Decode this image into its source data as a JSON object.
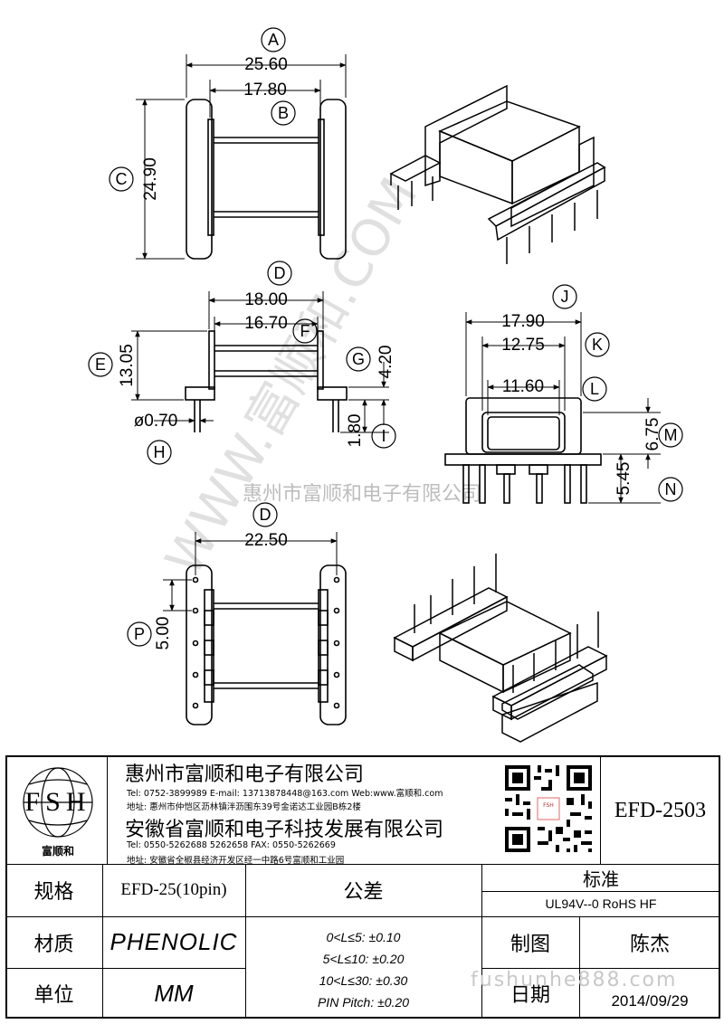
{
  "callouts": {
    "A": "A",
    "B": "B",
    "C": "C",
    "D1": "D",
    "E": "E",
    "F": "F",
    "G": "G",
    "H": "H",
    "I": "I",
    "J": "J",
    "K": "K",
    "L": "L",
    "M": "M",
    "N": "N",
    "D2": "D",
    "P": "P"
  },
  "dimensions": {
    "A": "25.60",
    "B": "17.80",
    "C": "24.90",
    "D1": "18.00",
    "F": "16.70",
    "E": "13.05",
    "G": "4.20",
    "H": "ø0.70",
    "I": "1.80",
    "J": "17.90",
    "K": "12.75",
    "L": "11.60",
    "M": "6.75",
    "N": "5.45",
    "D2": "22.50",
    "P": "5.00"
  },
  "watermarks": {
    "diagonal": "WWW.富顺和.COM",
    "center": "惠州市富顺和电子有限公司",
    "bottom": "fushunhe888.com"
  },
  "company": {
    "logo_text": "FSH",
    "logo_caption": "富顺和",
    "name1": "惠州市富顺和电子有限公司",
    "contact1": "Tel: 0752-3899989  E-mail: 13713878448@163.com  Web:www.富顺和.com",
    "address1": "地址: 惠州市仲恺区沥林镇泮沥围东39号金诺达工业园B栋2楼",
    "name2": "安徽省富顺和电子科技发展有限公司",
    "contact2": "Tel: 0550-5262688  5262658     FAX: 0550-5262669",
    "address2": "地址: 安徽省全椒县经济开发区经一中路6号富顺和工业园",
    "qr_caption": "FSH"
  },
  "part_number": "EFD-2503",
  "spec": {
    "label_spec": "规格",
    "value_spec": "EFD-25(10pin)",
    "label_material": "材质",
    "value_material": "PHENOLIC",
    "label_unit": "单位",
    "value_unit": "MM"
  },
  "tolerance": {
    "title": "公差",
    "lines": [
      "0<L≤5: ±0.10",
      "5<L≤10: ±0.20",
      "10<L≤30: ±0.30",
      "PIN Pitch: ±0.20"
    ]
  },
  "standard": {
    "title": "标准",
    "value": "UL94V--0  RoHS HF",
    "label_drawn": "制图",
    "value_drawn": "陈杰",
    "label_date": "日期",
    "value_date": "2014/09/29"
  }
}
